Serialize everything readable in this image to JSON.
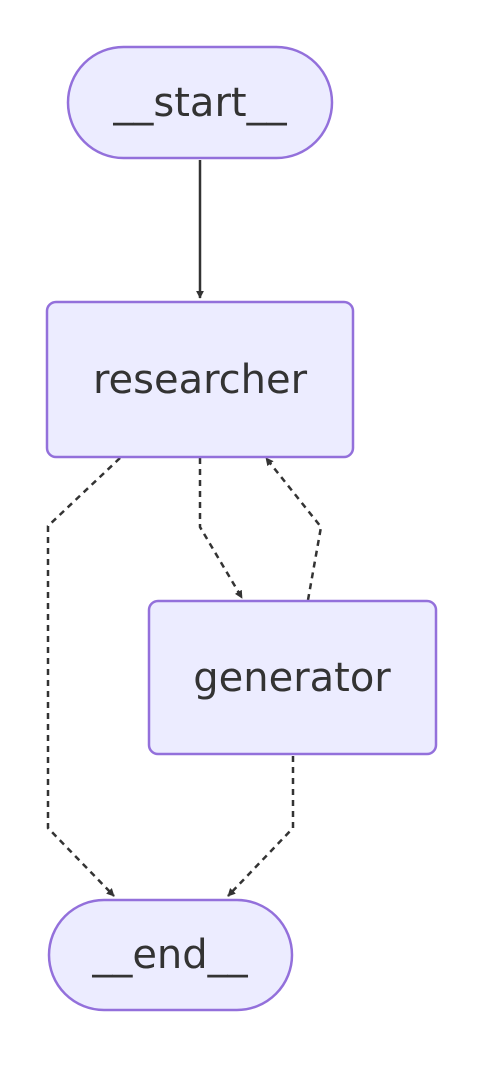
{
  "nodes": {
    "start": {
      "label": "__start__"
    },
    "researcher": {
      "label": "researcher"
    },
    "generator": {
      "label": "generator"
    },
    "end": {
      "label": "__end__"
    }
  },
  "edges": [
    {
      "from": "start",
      "to": "researcher",
      "style": "solid"
    },
    {
      "from": "researcher",
      "to": "end",
      "style": "dashed"
    },
    {
      "from": "researcher",
      "to": "generator",
      "style": "dashed"
    },
    {
      "from": "generator",
      "to": "researcher",
      "style": "dashed"
    },
    {
      "from": "generator",
      "to": "end",
      "style": "dashed"
    }
  ],
  "colors": {
    "node_fill": "#ececff",
    "node_stroke": "#9370db",
    "edge": "#333333",
    "text": "#333333"
  }
}
